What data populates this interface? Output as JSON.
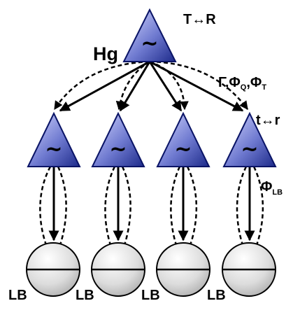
{
  "labels": {
    "hg": "Hg",
    "top_exchange": "T↔R",
    "mid_exchange": "t↔r",
    "tilde": "~",
    "gamma_phi": {
      "base_gamma": "Γ,Φ",
      "sub_q": "Q",
      "comma": ",Φ",
      "sub_t": "T"
    },
    "phi_lb": {
      "base": "Φ",
      "sub": "LB"
    },
    "lb": "LB"
  },
  "colors": {
    "triangle_light": "#d6d9ff",
    "triangle_dark": "#1d2a8a",
    "triangle_stroke": "#0a1466",
    "sphere_light": "#ffffff",
    "sphere_dark": "#a8a8a8",
    "line": "#000000"
  }
}
